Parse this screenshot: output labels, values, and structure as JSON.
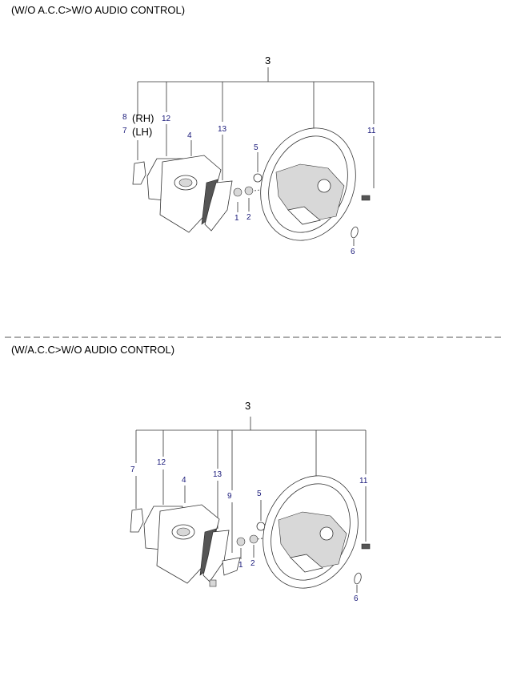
{
  "sections": [
    {
      "title": "(W/O A.C.C>W/O AUDIO CONTROL)",
      "labels": {
        "p3": "3",
        "p8": "8",
        "p8_side": "(RH)",
        "p7": "7",
        "p7_side": "(LH)",
        "p12": "12",
        "p4": "4",
        "p13": "13",
        "p5": "5",
        "p11": "11",
        "p1": "1",
        "p2": "2",
        "p6": "6"
      }
    },
    {
      "title": "(W/A.C.C>W/O AUDIO CONTROL)",
      "labels": {
        "p3": "3",
        "p7": "7",
        "p12": "12",
        "p4": "4",
        "p13": "13",
        "p9": "9",
        "p5": "5",
        "p11": "11",
        "p1": "1",
        "p2": "2",
        "p6": "6"
      }
    }
  ],
  "colors": {
    "ink": "#333333",
    "label": "#1a1a7a",
    "divider": "#555555"
  }
}
